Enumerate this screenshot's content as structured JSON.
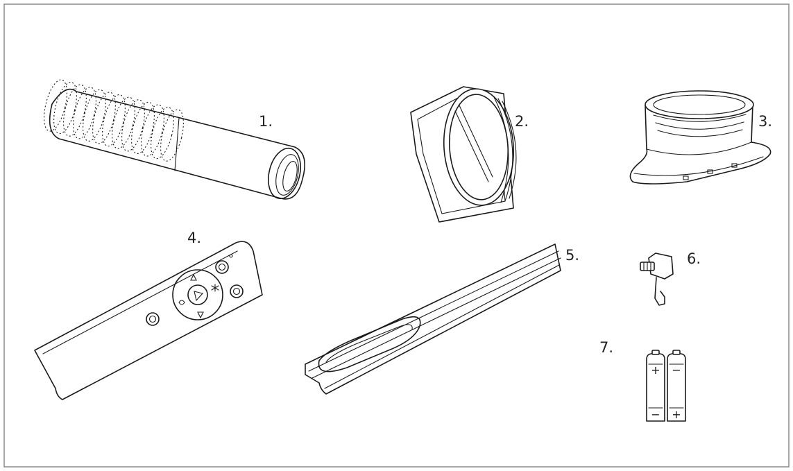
{
  "parts": [
    {
      "number": "1.",
      "icon": "exhaust-hose-icon"
    },
    {
      "number": "2.",
      "icon": "window-adapter-icon"
    },
    {
      "number": "3.",
      "icon": "hose-connector-icon"
    },
    {
      "number": "4.",
      "icon": "remote-control-icon"
    },
    {
      "number": "5.",
      "icon": "window-slider-kit-icon"
    },
    {
      "number": "6.",
      "icon": "drain-plug-icon"
    },
    {
      "number": "7.",
      "icon": "batteries-icon"
    }
  ],
  "battery_symbols": {
    "plus": "+",
    "minus": "−"
  }
}
